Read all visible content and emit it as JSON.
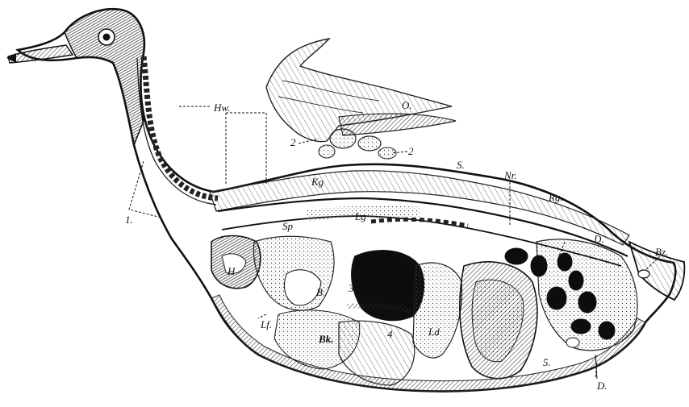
{
  "labels": {
    "hw": "Hw.",
    "one": "1.",
    "o": "O.",
    "two_left": "2",
    "two_right": "2",
    "s": "S.",
    "kg": "Kg",
    "nr": "Nr.",
    "rg": "Rg.",
    "lg": "Lg",
    "sp": "Sp",
    "d_upper": "D.",
    "bz": "Bz.",
    "h": "H",
    "b": "B",
    "three": "3",
    "lf": "Lf.",
    "bk": "Bk.",
    "four": "4",
    "ld": "Ld",
    "five": "5.",
    "d_lower": "D."
  },
  "colors": {
    "ink": "#111111",
    "tissue": "#5a5a5a",
    "dark_cavity": "#0d0d0d",
    "paper": "#ffffff"
  }
}
